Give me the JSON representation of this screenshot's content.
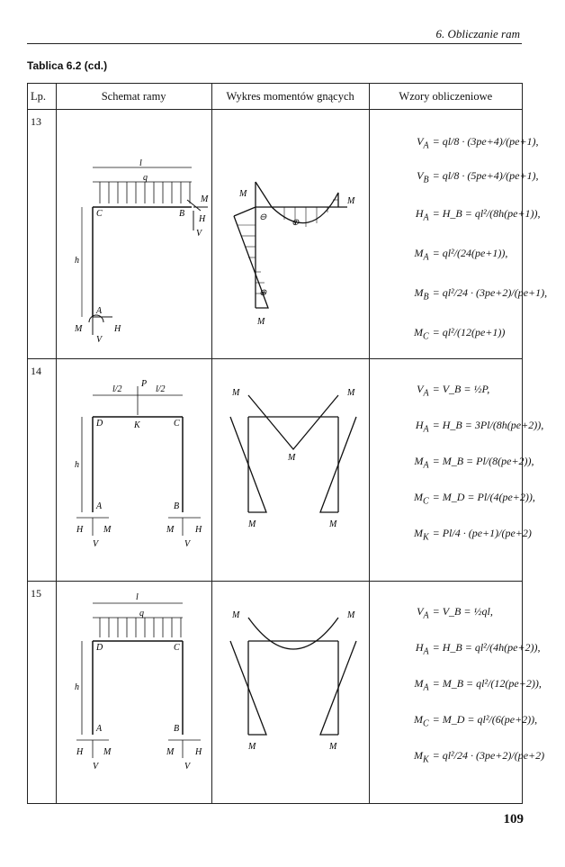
{
  "header": {
    "chapter_title": "6. Obliczanie ram"
  },
  "caption": "Tablica 6.2 (cd.)",
  "table": {
    "columns": [
      "Lp.",
      "Schemat ramy",
      "Wykres momentów gnących",
      "Wzory obliczeniowe"
    ],
    "rows": [
      {
        "lp": "13",
        "scheme_labels": [
          "l",
          "q",
          "C",
          "B",
          "M",
          "H",
          "V",
          "h",
          "A",
          "M",
          "H",
          "V"
        ],
        "moment_labels": [
          "M",
          "M",
          "M",
          "⊖",
          "⊕",
          "⊕"
        ],
        "formulas": [
          {
            "lhs": "V",
            "sub": "A",
            "rhs": "= ql/8 · (3pe+4)/(pe+1),"
          },
          {
            "lhs": "V",
            "sub": "B",
            "rhs": "= ql/8 · (5pe+4)/(pe+1),"
          },
          {
            "lhs": "H",
            "sub": "A",
            "rhs": "= H_B = ql²/(8h(pe+1)),"
          },
          {
            "lhs": "M",
            "sub": "A",
            "rhs": "= ql²/(24(pe+1)),"
          },
          {
            "lhs": "M",
            "sub": "B",
            "rhs": "= ql²/24 · (3pe+2)/(pe+1),"
          },
          {
            "lhs": "M",
            "sub": "C",
            "rhs": "= ql²/(12(pe+1))"
          }
        ]
      },
      {
        "lp": "14",
        "scheme_labels": [
          "l/2",
          "P",
          "l/2",
          "D",
          "K",
          "C",
          "h",
          "A",
          "B",
          "H",
          "M",
          "V",
          "M",
          "H",
          "V"
        ],
        "moment_labels": [
          "M",
          "M",
          "M",
          "M",
          "M"
        ],
        "formulas": [
          {
            "lhs": "V",
            "sub": "A",
            "rhs": "= V_B = ½P,"
          },
          {
            "lhs": "H",
            "sub": "A",
            "rhs": "= H_B = 3Pl/(8h(pe+2)),"
          },
          {
            "lhs": "M",
            "sub": "A",
            "rhs": "= M_B = Pl/(8(pe+2)),"
          },
          {
            "lhs": "M",
            "sub": "C",
            "rhs": "= M_D = Pl/(4(pe+2)),"
          },
          {
            "lhs": "M",
            "sub": "K",
            "rhs": "= Pl/4 · (pe+1)/(pe+2)"
          }
        ]
      },
      {
        "lp": "15",
        "scheme_labels": [
          "l",
          "q",
          "D",
          "C",
          "h",
          "A",
          "B",
          "H",
          "M",
          "V",
          "M",
          "H",
          "V"
        ],
        "moment_labels": [
          "M",
          "M",
          "M",
          "M"
        ],
        "formulas": [
          {
            "lhs": "V",
            "sub": "A",
            "rhs": "= V_B = ½ql,"
          },
          {
            "lhs": "H",
            "sub": "A",
            "rhs": "= H_B = ql²/(4h(pe+2)),"
          },
          {
            "lhs": "M",
            "sub": "A",
            "rhs": "= M_B = ql²/(12(pe+2)),"
          },
          {
            "lhs": "M",
            "sub": "C",
            "rhs": "= M_D = ql²/(6(pe+2)),"
          },
          {
            "lhs": "M",
            "sub": "K",
            "rhs": "= ql²/24 · (3pe+2)/(pe+2)"
          }
        ]
      }
    ]
  },
  "page_number": "109"
}
